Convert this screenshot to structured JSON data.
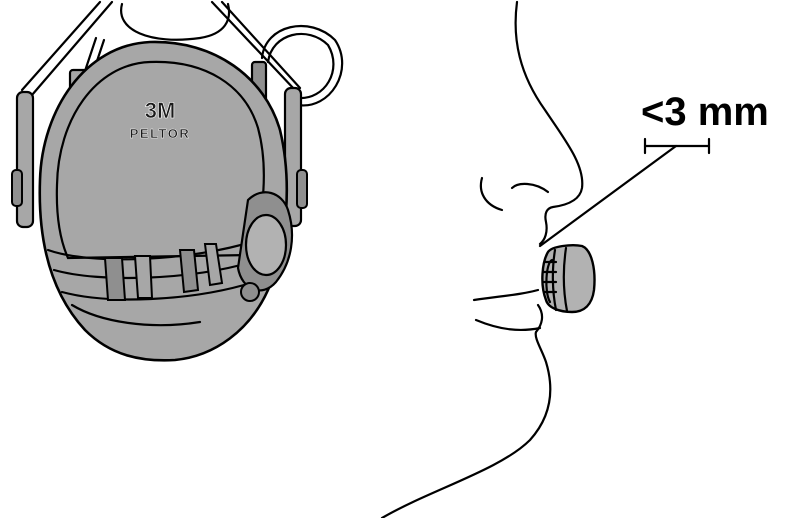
{
  "measurement": {
    "label": "<3 mm"
  },
  "headset": {
    "brand": "3M",
    "model": "PELTOR"
  },
  "colors": {
    "line": "#000000",
    "cup_fill": "#a7a7a7",
    "cup_dark": "#8f8f8f",
    "mic_fill": "#b2b2b2",
    "background": "#ffffff"
  }
}
